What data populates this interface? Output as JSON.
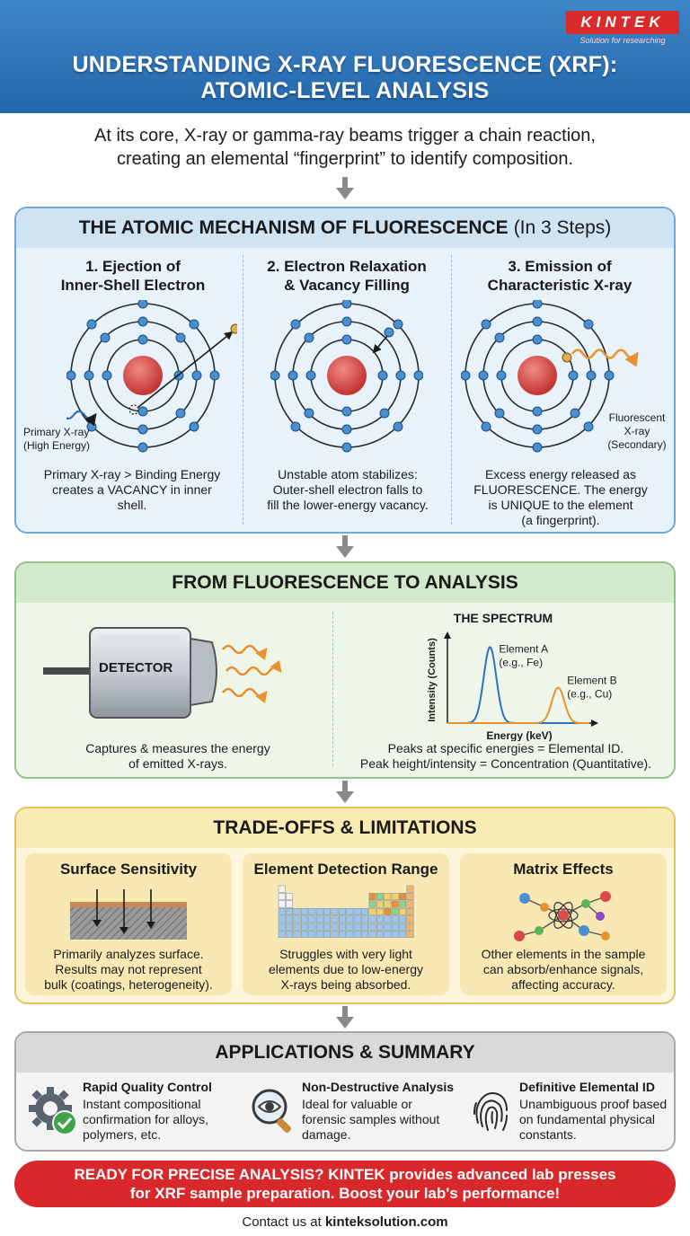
{
  "brand": {
    "logo": "KINTEK",
    "tagline": "Solution for researching"
  },
  "header": {
    "title_line1": "UNDERSTANDING X-RAY FLUORESCENCE (XRF):",
    "title_line2": "ATOMIC-LEVEL ANALYSIS"
  },
  "intro": {
    "line1": "At its core, X-ray or gamma-ray beams trigger a chain reaction,",
    "line2": "creating an elemental “fingerprint” to identify composition."
  },
  "mechanism": {
    "title": "THE ATOMIC MECHANISM OF FLUORESCENCE",
    "title_suffix": "(In 3 Steps)",
    "steps": [
      {
        "title1": "1. Ejection of",
        "title2": "Inner-Shell Electron",
        "label1": "Primary X-ray",
        "label2": "(High Energy)",
        "text1": "Primary X-ray > Binding Energy",
        "text2": "creates a VACANCY in inner",
        "text3": "shell."
      },
      {
        "title1": "2. Electron Relaxation",
        "title2": "& Vacancy Filling",
        "text1": "Unstable atom stabilizes:",
        "text2": "Outer-shell electron falls to",
        "text3": "fill the lower-energy vacancy."
      },
      {
        "title1": "3. Emission of",
        "title2": "Characteristic X-ray",
        "label1": "Fluorescent",
        "label2": "X-ray",
        "label3": "(Secondary)",
        "text1": "Excess energy released as",
        "text2": "FLUORESCENCE. The energy",
        "text3": "is UNIQUE to the element",
        "text4": "(a fingerprint)."
      }
    ]
  },
  "analysis": {
    "title": "FROM FLUORESCENCE TO ANALYSIS",
    "detector_label": "DETECTOR",
    "detector_text1": "Captures & measures the energy",
    "detector_text2": "of emitted X-rays.",
    "spectrum_text1": "Peaks at specific energies = Elemental ID.",
    "spectrum_text2": "Peak height/intensity = Concentration (Quantitative)."
  },
  "chart_data": {
    "type": "line",
    "title": "THE SPECTRUM",
    "xlabel": "Energy (keV)",
    "ylabel": "Intensity (Counts)",
    "series": [
      {
        "name": "Element A",
        "note": "(e.g., Fe)",
        "color": "#2f72b8",
        "peak_relative_energy": 0.3,
        "peak_relative_intensity": 0.9
      },
      {
        "name": "Element B",
        "note": "(e.g., Cu)",
        "color": "#e8922f",
        "peak_relative_energy": 0.78,
        "peak_relative_intensity": 0.42
      }
    ],
    "grid": false
  },
  "tradeoffs": {
    "title": "TRADE-OFFS & LIMITATIONS",
    "cards": [
      {
        "title": "Surface Sensitivity",
        "text1": "Primarily analyzes surface.",
        "text2": "Results may not represent",
        "text3": "bulk (coatings, heterogeneity)."
      },
      {
        "title": "Element Detection Range",
        "text1": "Struggles with very light",
        "text2": "elements due to low-energy",
        "text3": "X-rays being absorbed."
      },
      {
        "title": "Matrix Effects",
        "text1": "Other elements in the sample",
        "text2": "can absorb/enhance signals,",
        "text3": "affecting accuracy."
      }
    ]
  },
  "applications": {
    "title": "APPLICATIONS & SUMMARY",
    "items": [
      {
        "icon": "gear-check-icon",
        "title": "Rapid Quality Control",
        "text": "Instant compositional confirmation for alloys, polymers, etc."
      },
      {
        "icon": "magnifier-eye-icon",
        "title": "Non-Destructive Analysis",
        "text": "Ideal for valuable or forensic samples without damage."
      },
      {
        "icon": "fingerprint-icon",
        "title": "Definitive Elemental ID",
        "text": "Unambiguous proof based on fundamental physical constants."
      }
    ]
  },
  "cta": {
    "line1": "READY FOR PRECISE ANALYSIS? KINTEK provides advanced lab presses",
    "line2": "for XRF sample preparation. Boost your lab's performance!"
  },
  "contact": {
    "prefix": "Contact us at",
    "site": "kinteksolution.com"
  },
  "colors": {
    "header_blue": "#2f78bf",
    "accent_red": "#d8282b",
    "electron_blue": "#4a8fd0",
    "nucleus_red": "#d94a4a",
    "xray_orange": "#e8922f"
  }
}
